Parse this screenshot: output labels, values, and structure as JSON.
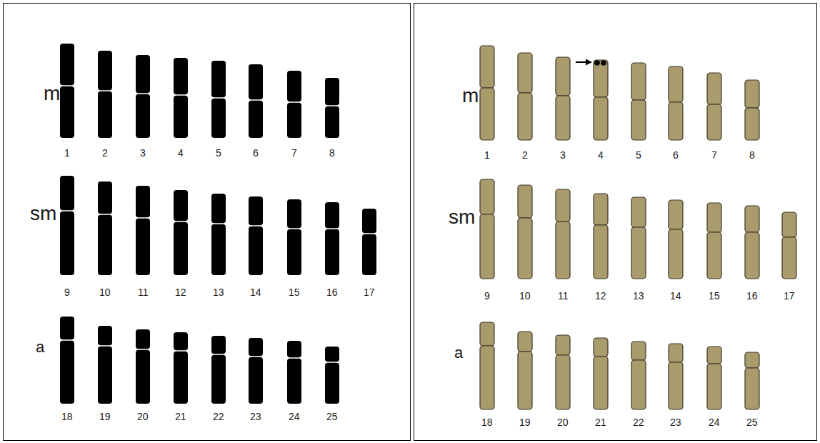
{
  "diagram": {
    "labels": [
      "m",
      "1",
      "2",
      "3",
      "4",
      "5",
      "6",
      "7",
      "8",
      "sm",
      "9",
      "10",
      "11",
      "12",
      "13",
      "14",
      "15",
      "16",
      "17",
      "a",
      "18",
      "19",
      "20",
      "21",
      "22",
      "23",
      "24",
      "25",
      "m",
      "1",
      "2",
      "3",
      "4",
      "5",
      "6",
      "7",
      "8",
      "sm",
      "9",
      "10",
      "11",
      "12",
      "13",
      "14",
      "15",
      "16",
      "17",
      "a",
      "18",
      "19",
      "20",
      "21",
      "22",
      "23",
      "24",
      "25"
    ]
  }
}
